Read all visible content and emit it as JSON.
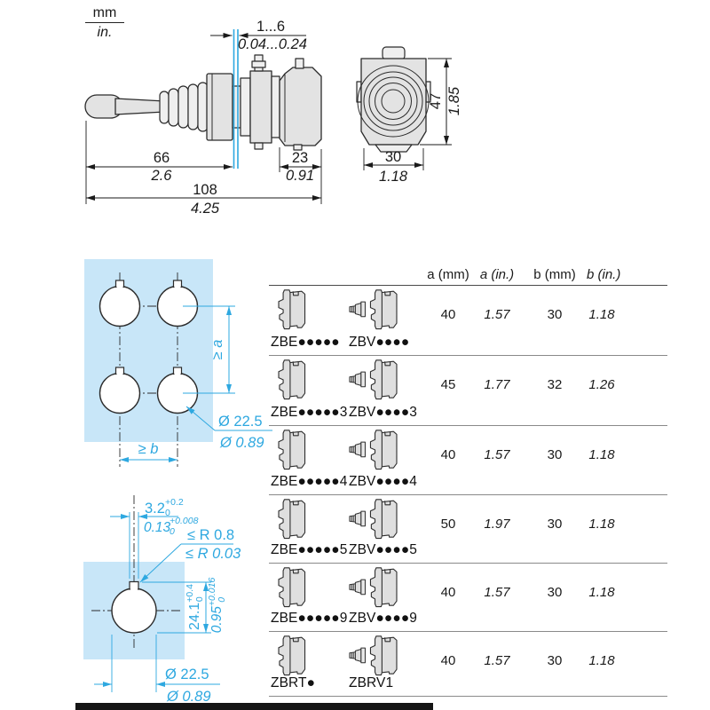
{
  "units": {
    "mm": "mm",
    "in": "in."
  },
  "colors": {
    "accent_blue": "#2ea8e0",
    "panel_fill": "#c8e6f8",
    "drawing_line": "#2b2b2b",
    "table_line": "#8a8a8a",
    "footer_bar": "#151515"
  },
  "side_view": {
    "panel_gap_mm": "1...6",
    "panel_gap_in": "0.04...0.24",
    "lever_len_mm": "66",
    "lever_len_in": "2.6",
    "block_len_mm": "23",
    "block_len_in": "0.91",
    "total_len_mm": "108",
    "total_len_in": "4.25"
  },
  "front_view": {
    "height_mm": "47",
    "height_in": "1.85",
    "width_mm": "30",
    "width_in": "1.18"
  },
  "cutout_multi": {
    "vertical_pitch": "≥ a",
    "horizontal_pitch": "≥ b",
    "hole_dia_mm": "Ø 22.5",
    "hole_dia_in": "Ø 0.89"
  },
  "cutout_single": {
    "notch_w_mm": "3.2",
    "notch_w_mm_tol_up": "+0.2",
    "notch_w_mm_tol_dn": "0",
    "notch_w_in": "0.13",
    "notch_w_in_tol_up": "+0.008",
    "notch_w_in_tol_dn": "0",
    "radius_mm": "≤ R 0.8",
    "radius_in": "≤ R 0.03",
    "notch_h_mm": "24.1",
    "notch_h_mm_tol_up": "+0.4",
    "notch_h_mm_tol_dn": "0",
    "notch_h_in": "0.95",
    "notch_h_in_tol_up": "+0.016",
    "notch_h_in_tol_dn": "0",
    "hole_dia_mm": "Ø 22.5",
    "hole_dia_in": "Ø 0.89"
  },
  "table": {
    "headers": {
      "a_mm": "a (mm)",
      "a_in": "a (in.)",
      "b_mm": "b (mm)",
      "b_in": "b (in.)"
    },
    "rows": [
      {
        "ref_e": "ZBE●●●●●",
        "ref_v": "ZBV●●●●",
        "a_mm": "40",
        "a_in": "1.57",
        "b_mm": "30",
        "b_in": "1.18"
      },
      {
        "ref_e": "ZBE●●●●●3",
        "ref_v": "ZBV●●●●3",
        "a_mm": "45",
        "a_in": "1.77",
        "b_mm": "32",
        "b_in": "1.26"
      },
      {
        "ref_e": "ZBE●●●●●4",
        "ref_v": "ZBV●●●●4",
        "a_mm": "40",
        "a_in": "1.57",
        "b_mm": "30",
        "b_in": "1.18"
      },
      {
        "ref_e": "ZBE●●●●●5",
        "ref_v": "ZBV●●●●5",
        "a_mm": "50",
        "a_in": "1.97",
        "b_mm": "30",
        "b_in": "1.18"
      },
      {
        "ref_e": "ZBE●●●●●9",
        "ref_v": "ZBV●●●●9",
        "a_mm": "40",
        "a_in": "1.57",
        "b_mm": "30",
        "b_in": "1.18"
      },
      {
        "ref_e": "ZBRT●",
        "ref_v": "ZBRV1",
        "a_mm": "40",
        "a_in": "1.57",
        "b_mm": "30",
        "b_in": "1.18"
      }
    ]
  }
}
